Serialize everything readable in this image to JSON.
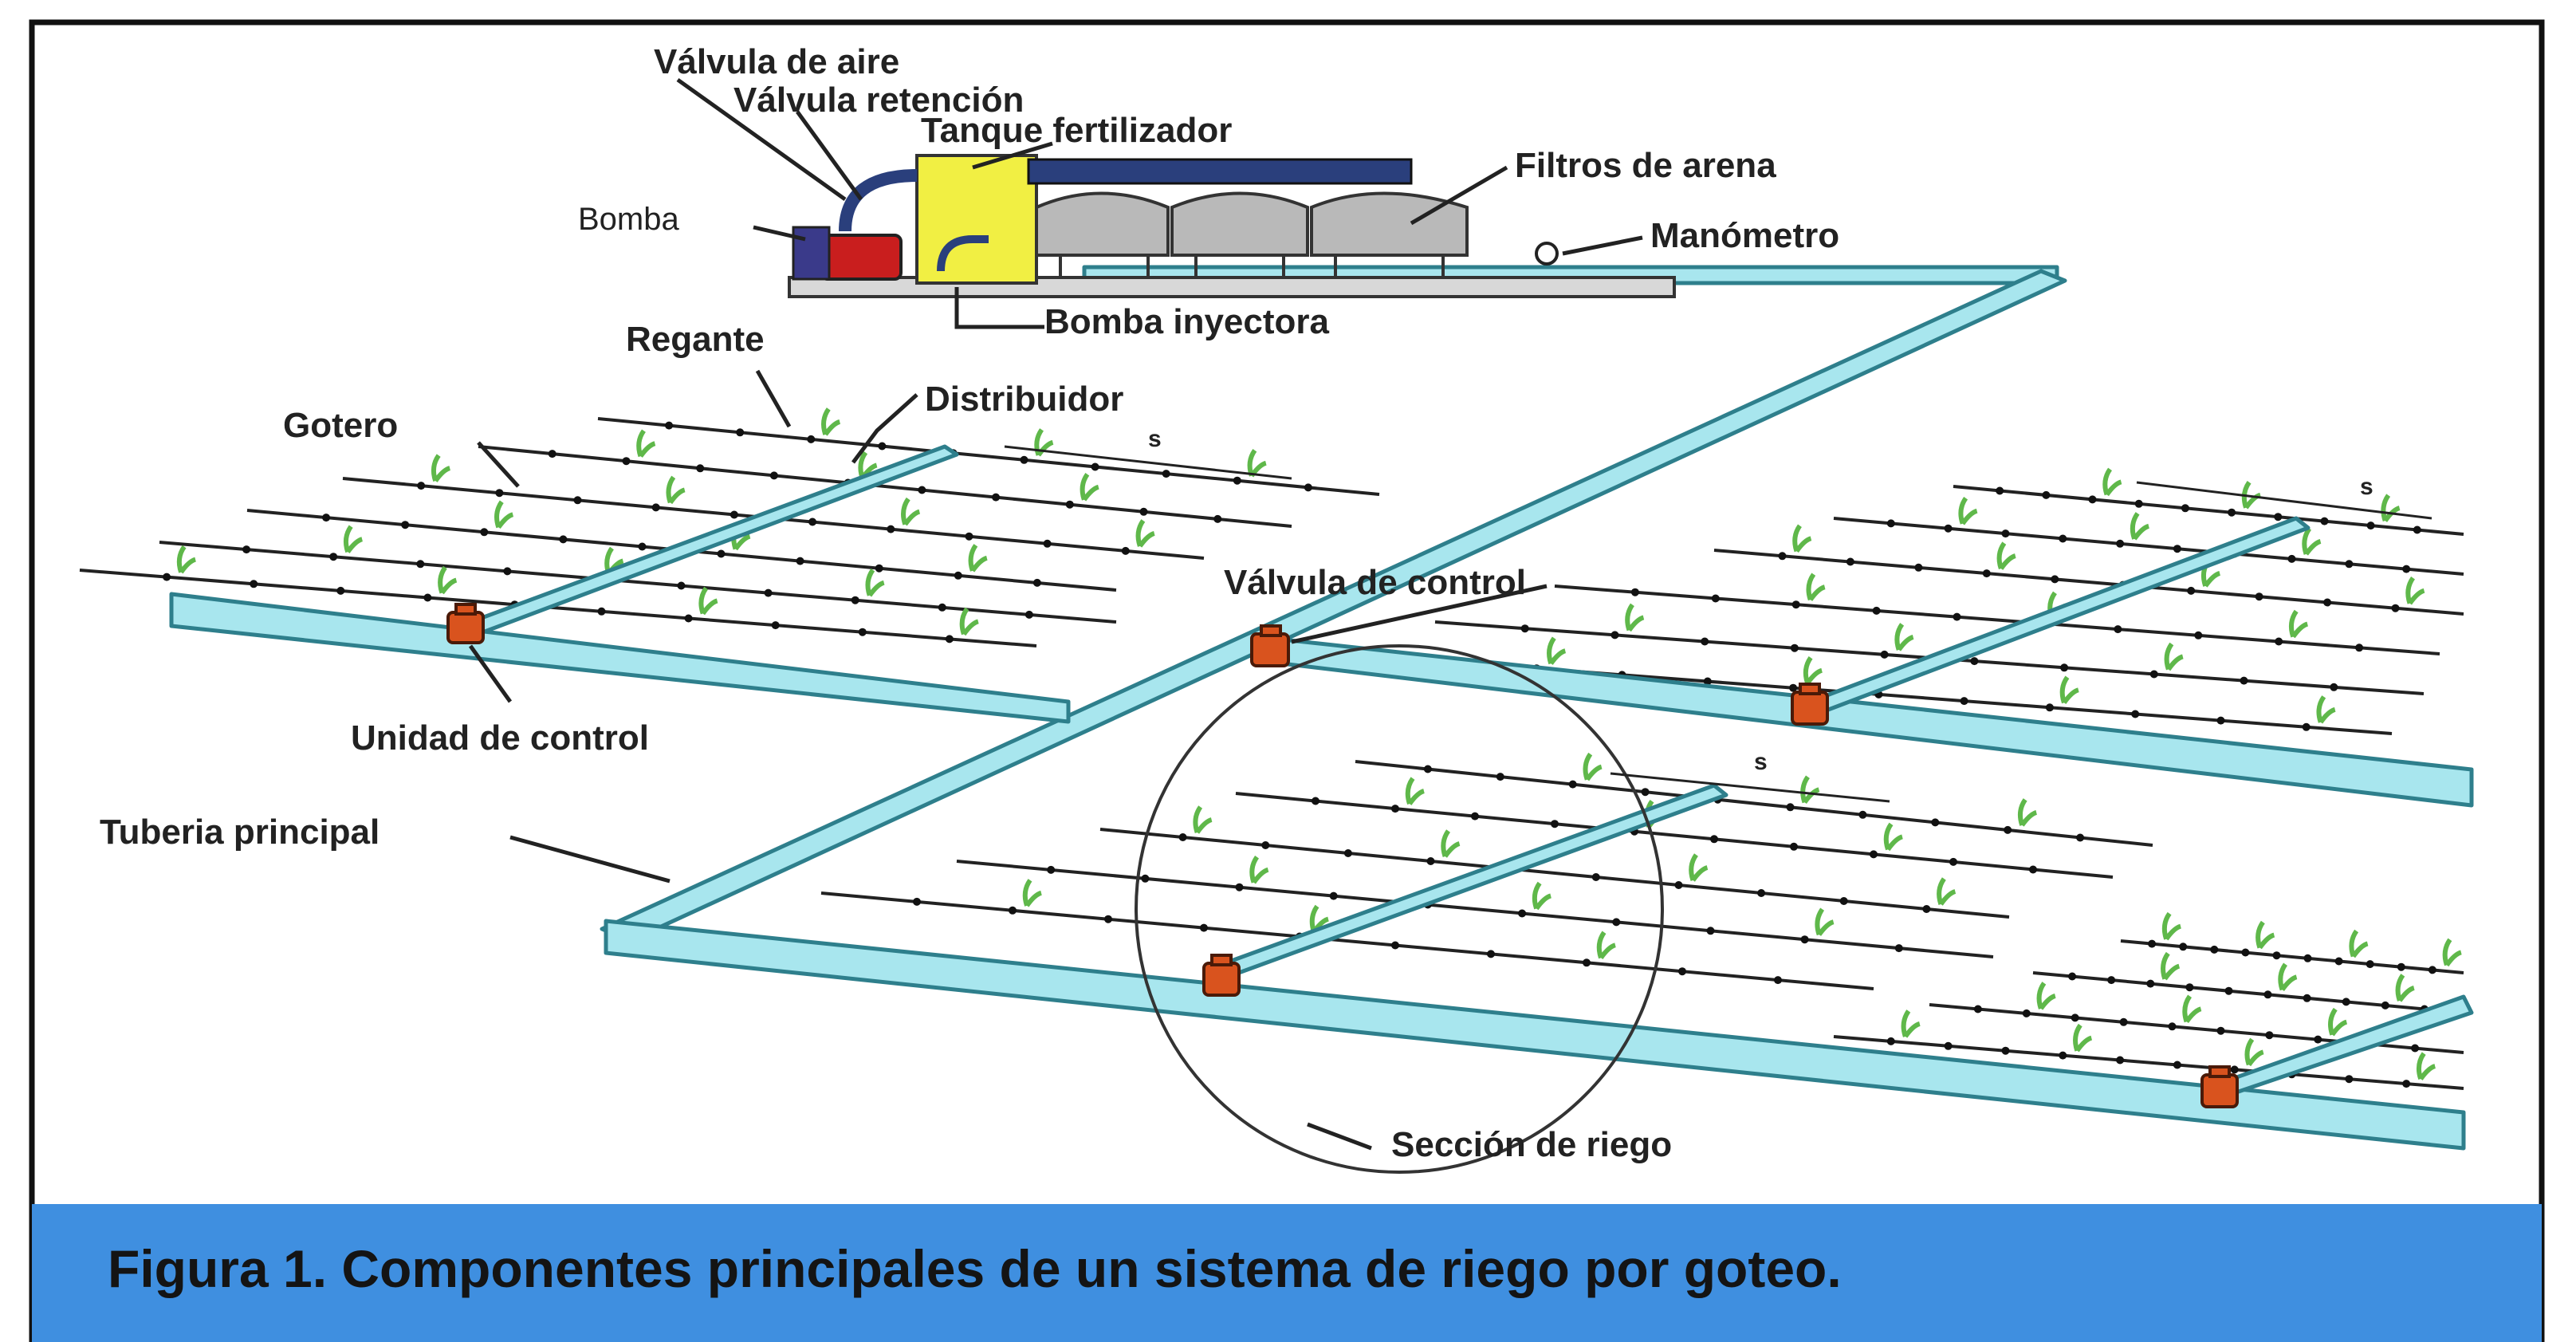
{
  "colors": {
    "pipe": "#a8e6ee",
    "pipe_edge": "#2e7f8c",
    "valve": "#d9531e",
    "tank": "#f1ef43",
    "caption_bar": "#3f8fe0",
    "plant": "#5fb84a"
  },
  "labels": {
    "valvula_aire": "Válvula de aire",
    "valvula_retencion": "Válvula retención",
    "tanque_fertilizador": "Tanque fertilizador",
    "filtros_arena": "Filtros de arena",
    "bomba": "Bomba",
    "manometro": "Manómetro",
    "bomba_inyectora": "Bomba inyectora",
    "regante": "Regante",
    "distribuidor": "Distribuidor",
    "gotero": "Gotero",
    "valvula_control": "Válvula de control",
    "unidad_control": "Unidad de control",
    "tuberia_principal": "Tuberia principal",
    "seccion_riego": "Sección de riego",
    "slope_mark": "s"
  },
  "caption": "Figura 1. Componentes principales de un sistema de riego por goteo."
}
